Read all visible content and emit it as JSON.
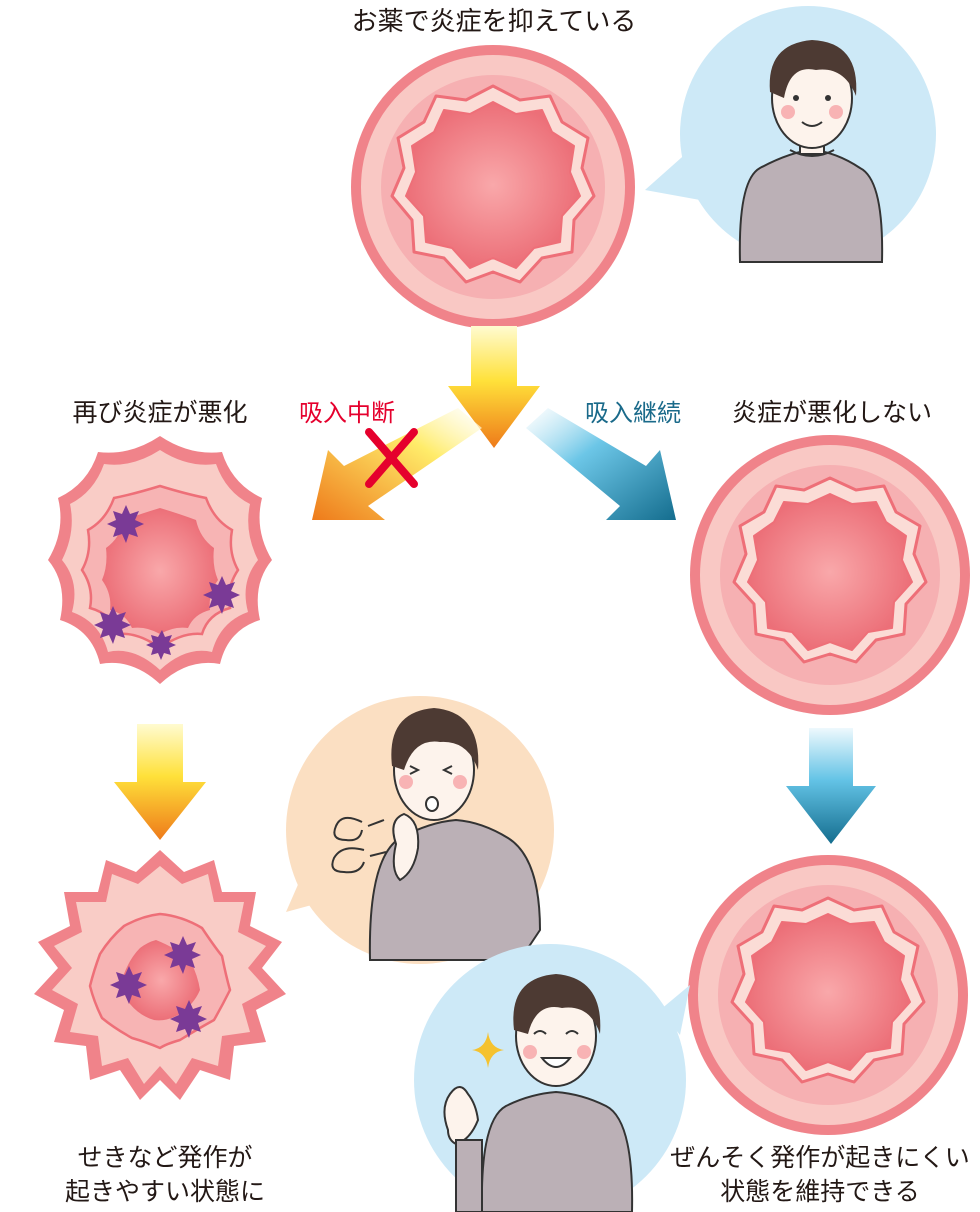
{
  "labels": {
    "top": "お薬で炎症を抑えている",
    "left_branch_title": "再び炎症が悪化",
    "stop_inhalation": "吸入中断",
    "continue_inhalation": "吸入継続",
    "right_branch_title": "炎症が悪化しない",
    "left_result_line1": "せきなど発作が",
    "left_result_line2": "起きやすい状態に",
    "right_result_line1": "ぜんそく発作が起きにくい",
    "right_result_line2": "状態を維持できる"
  },
  "colors": {
    "airway_outer": "#f0838a",
    "airway_band": "#f6bcbc",
    "airway_lumen": "#ee6f78",
    "inflammation_star": "#7a3a96",
    "arrow_warm_start": "#fff27a",
    "arrow_warm_end": "#ee7a1a",
    "arrow_cool_start": "#e6f6fc",
    "arrow_cool_end": "#146d8e",
    "stop_cross": "#e5002d",
    "bubble_blue": "#cde9f7",
    "bubble_peach": "#fbdfc2",
    "sweater": "#bbb0b6",
    "hair": "#4d3a33"
  },
  "icons": {
    "stop_mark": "cross-icon",
    "sparkle": "sparkle-icon",
    "cough_puff": "cough-puff-icon",
    "thumbs_up": "thumbs-up-icon"
  }
}
